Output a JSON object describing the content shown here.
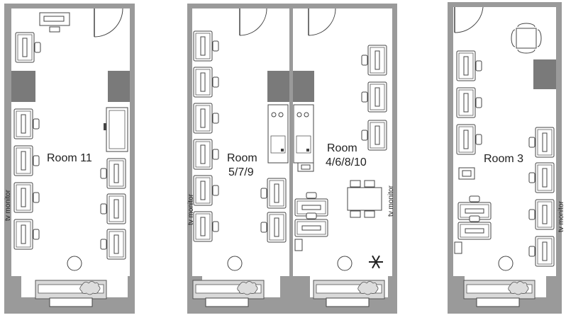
{
  "rooms": [
    {
      "id": "room-11",
      "label_lines": [
        "Room 11"
      ],
      "tv_label": "tv monitor"
    },
    {
      "id": "room-5-7-9",
      "label_lines": [
        "Room",
        "5/7/9"
      ],
      "tv_label": "tv monitor"
    },
    {
      "id": "room-4-6-8-10",
      "label_lines": [
        "Room",
        "4/6/8/10"
      ],
      "tv_label": "tv monitor",
      "extra_icon": "snowflake-icon"
    },
    {
      "id": "room-3",
      "label_lines": [
        "Room 3"
      ],
      "tv_label": "tv monitor"
    }
  ],
  "colors": {
    "wall": "#9a9a9a",
    "wall_dark": "#6e6e6e",
    "line": "#444444",
    "background": "#ffffff"
  }
}
